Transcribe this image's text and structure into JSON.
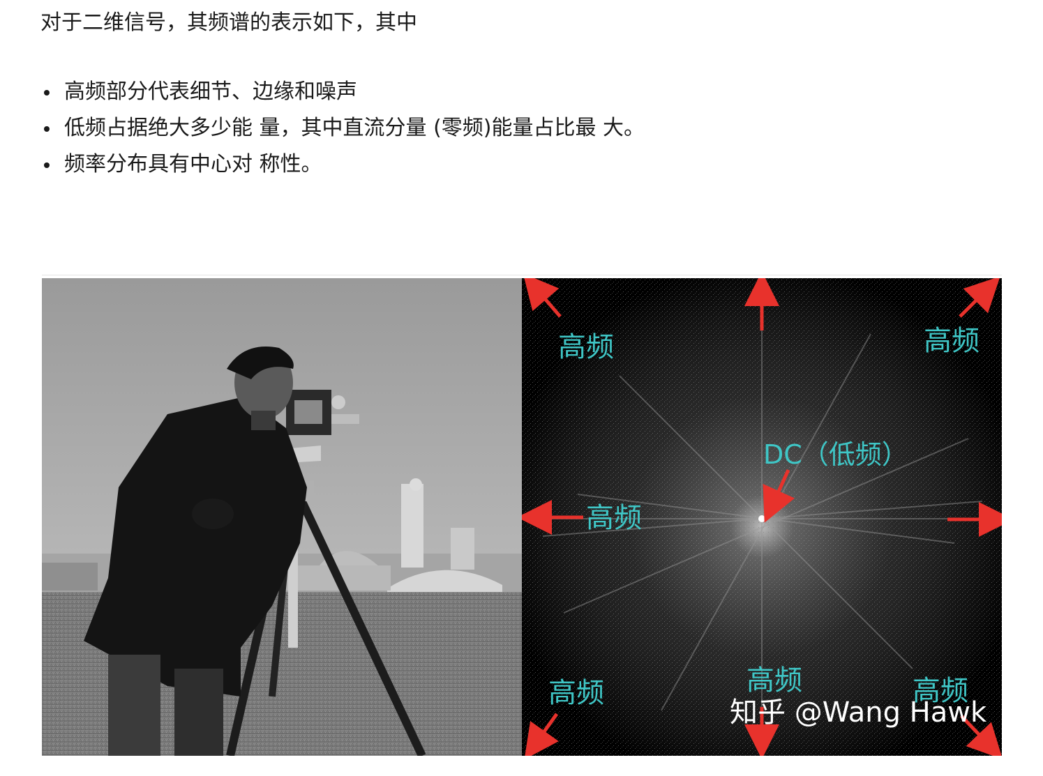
{
  "intro_text": "对于二维信号，其频谱的表示如下，其中",
  "bullets": [
    "高频部分代表细节、边缘和噪声",
    "低频占据绝大多少能 量，其中直流分量 (零频)能量占比最 大。",
    "频率分布具有中心对 称性。"
  ],
  "figure": {
    "left_image": "cameraman-photo",
    "right_image": "fourier-spectrum",
    "labels": {
      "high_freq": "高频",
      "dc": "DC（低频）"
    },
    "watermark": "知乎 @Wang Hawk",
    "colors": {
      "arrow": "#e8322c",
      "label": "#3fc6c6",
      "spectrum_bg": "#000000"
    }
  }
}
